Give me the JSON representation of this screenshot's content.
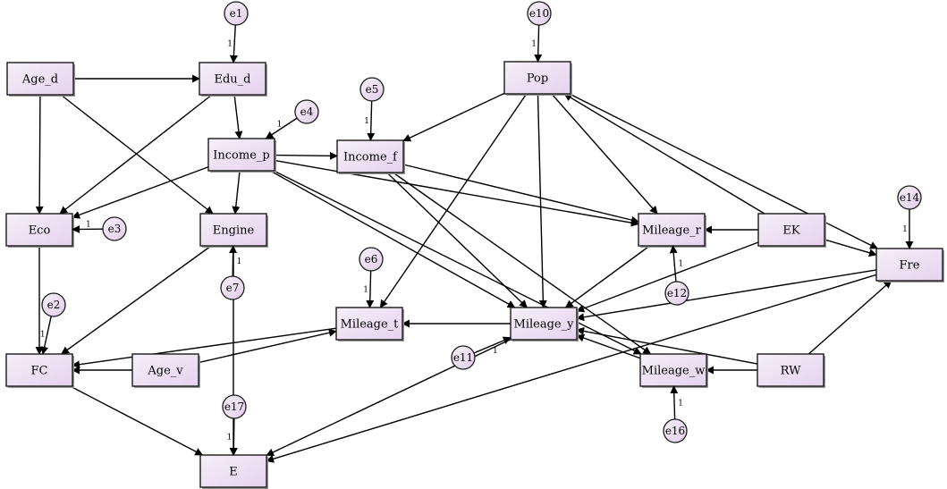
{
  "nodes": [
    {
      "id": "Age_d",
      "label": "Age_d"
    },
    {
      "id": "Edu_d",
      "label": "Edu_d"
    },
    {
      "id": "Income_p",
      "label": "Income_p"
    },
    {
      "id": "Income_f",
      "label": "Income_f"
    },
    {
      "id": "Pop",
      "label": "Pop"
    },
    {
      "id": "Eco",
      "label": "Eco"
    },
    {
      "id": "Engine",
      "label": "Engine"
    },
    {
      "id": "Mileage_r",
      "label": "Mileage_r"
    },
    {
      "id": "EK",
      "label": "EK"
    },
    {
      "id": "Fre",
      "label": "Fre"
    },
    {
      "id": "Mileage_t",
      "label": "Mileage_t"
    },
    {
      "id": "Mileage_y",
      "label": "Mileage_y"
    },
    {
      "id": "FC",
      "label": "FC"
    },
    {
      "id": "Age_v",
      "label": "Age_v"
    },
    {
      "id": "Mileage_w",
      "label": "Mileage_w"
    },
    {
      "id": "RW",
      "label": "RW"
    },
    {
      "id": "E",
      "label": "E"
    }
  ],
  "errors": [
    {
      "id": "e1",
      "label": "e1",
      "target": "Edu_d",
      "weight": "1"
    },
    {
      "id": "e2",
      "label": "e2",
      "target": "FC",
      "weight": "1"
    },
    {
      "id": "e3",
      "label": "e3",
      "target": "Eco",
      "weight": "1"
    },
    {
      "id": "e4",
      "label": "e4",
      "target": "Income_p",
      "weight": "1"
    },
    {
      "id": "e5",
      "label": "e5",
      "target": "Income_f",
      "weight": "1"
    },
    {
      "id": "e6",
      "label": "e6",
      "target": "Mileage_t",
      "weight": "1"
    },
    {
      "id": "e7",
      "label": "e7",
      "target": "Engine",
      "weight": "1"
    },
    {
      "id": "e10",
      "label": "e10",
      "target": "Pop",
      "weight": "1"
    },
    {
      "id": "e11",
      "label": "e11",
      "target": "Mileage_y",
      "weight": "1"
    },
    {
      "id": "e12",
      "label": "e12",
      "target": "Mileage_r",
      "weight": "1"
    },
    {
      "id": "e14",
      "label": "e14",
      "target": "Fre",
      "weight": "1"
    },
    {
      "id": "e16",
      "label": "e16",
      "target": "Mileage_w",
      "weight": "1"
    },
    {
      "id": "e17",
      "label": "e17",
      "target": "E",
      "weight": "1"
    }
  ],
  "edges": [
    {
      "from": "Age_d",
      "to": "Edu_d"
    },
    {
      "from": "Age_d",
      "to": "Eco"
    },
    {
      "from": "Age_d",
      "to": "Engine"
    },
    {
      "from": "Edu_d",
      "to": "Income_p"
    },
    {
      "from": "Edu_d",
      "to": "Eco"
    },
    {
      "from": "Income_p",
      "to": "Income_f"
    },
    {
      "from": "Income_p",
      "to": "Eco"
    },
    {
      "from": "Income_p",
      "to": "Engine"
    },
    {
      "from": "Income_p",
      "to": "Mileage_r"
    },
    {
      "from": "Income_p",
      "to": "Mileage_y"
    },
    {
      "from": "Income_p",
      "to": "Mileage_w"
    },
    {
      "from": "Pop",
      "to": "Income_f"
    },
    {
      "from": "Pop",
      "to": "Mileage_t"
    },
    {
      "from": "Pop",
      "to": "Mileage_y"
    },
    {
      "from": "Pop",
      "to": "Mileage_r"
    },
    {
      "from": "Pop",
      "to": "Fre"
    },
    {
      "from": "Income_f",
      "to": "Mileage_r"
    },
    {
      "from": "Income_f",
      "to": "Mileage_y"
    },
    {
      "from": "Income_f",
      "to": "Mileage_w"
    },
    {
      "from": "EK",
      "to": "Mileage_r"
    },
    {
      "from": "EK",
      "to": "Pop"
    },
    {
      "from": "EK",
      "to": "Mileage_y"
    },
    {
      "from": "EK",
      "to": "Fre"
    },
    {
      "from": "Eco",
      "to": "FC"
    },
    {
      "from": "Engine",
      "to": "FC"
    },
    {
      "from": "Engine",
      "to": "E"
    },
    {
      "from": "Mileage_r",
      "to": "Mileage_y"
    },
    {
      "from": "Mileage_t",
      "to": "FC"
    },
    {
      "from": "Mileage_y",
      "to": "Mileage_t"
    },
    {
      "from": "Mileage_y",
      "to": "E"
    },
    {
      "from": "Mileage_w",
      "to": "Mileage_y"
    },
    {
      "from": "Fre",
      "to": "Mileage_y"
    },
    {
      "from": "Fre",
      "to": "E"
    },
    {
      "from": "RW",
      "to": "Mileage_w"
    },
    {
      "from": "RW",
      "to": "Mileage_y"
    },
    {
      "from": "RW",
      "to": "Fre"
    },
    {
      "from": "Age_v",
      "to": "FC"
    },
    {
      "from": "Age_v",
      "to": "Mileage_t"
    },
    {
      "from": "FC",
      "to": "E"
    }
  ]
}
